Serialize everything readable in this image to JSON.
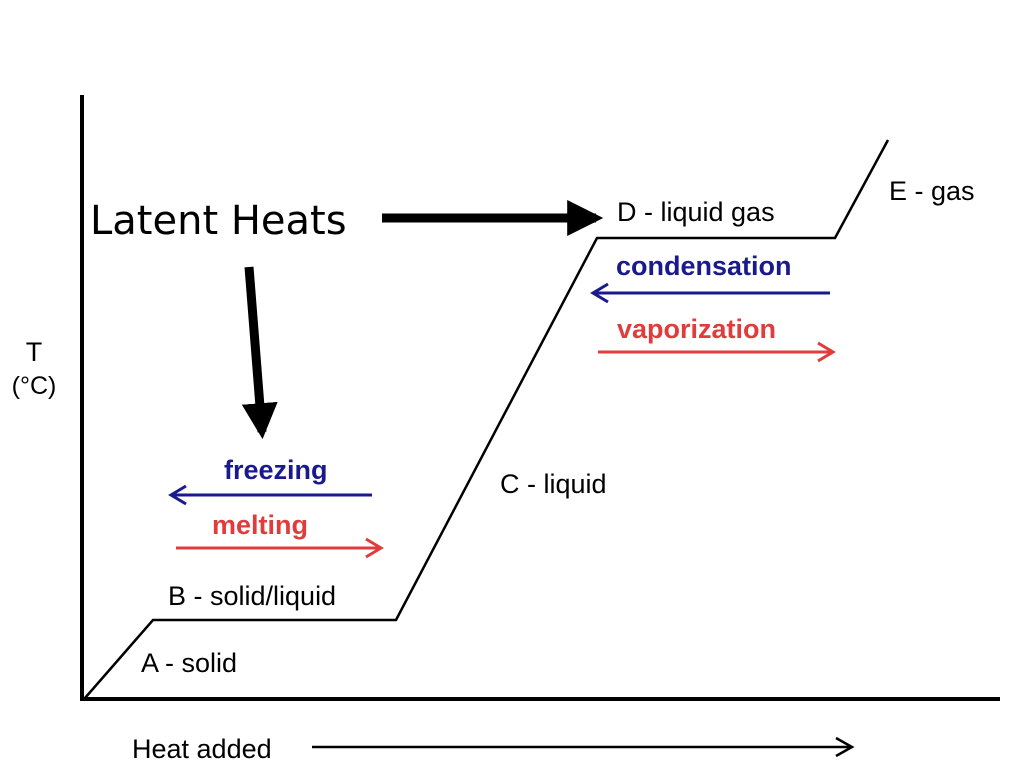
{
  "chart_data": {
    "type": "line",
    "xlabel": "Heat added",
    "ylabel": "T",
    "ylabel_unit": "(°C)",
    "series": [
      {
        "x": [
          0,
          1,
          2,
          3,
          4,
          5
        ],
        "y": [
          0,
          1,
          1,
          5,
          5,
          7
        ]
      }
    ],
    "segment_labels": [
      {
        "text": "A - solid"
      },
      {
        "text": "B - solid/liquid"
      },
      {
        "text": "C - liquid"
      },
      {
        "text": "D - liquid gas"
      },
      {
        "text": "E - gas"
      }
    ],
    "annotations": {
      "latent_heats": "Latent Heats",
      "freezing": "freezing",
      "melting": "melting",
      "condensation": "condensation",
      "vaporization": "vaporization"
    },
    "colors": {
      "freezing": "#1a1a8c",
      "melting": "#e03c3c",
      "condensation": "#1a1a8c",
      "vaporization": "#e03c3c",
      "axis": "#000000",
      "curve": "#000000"
    }
  }
}
